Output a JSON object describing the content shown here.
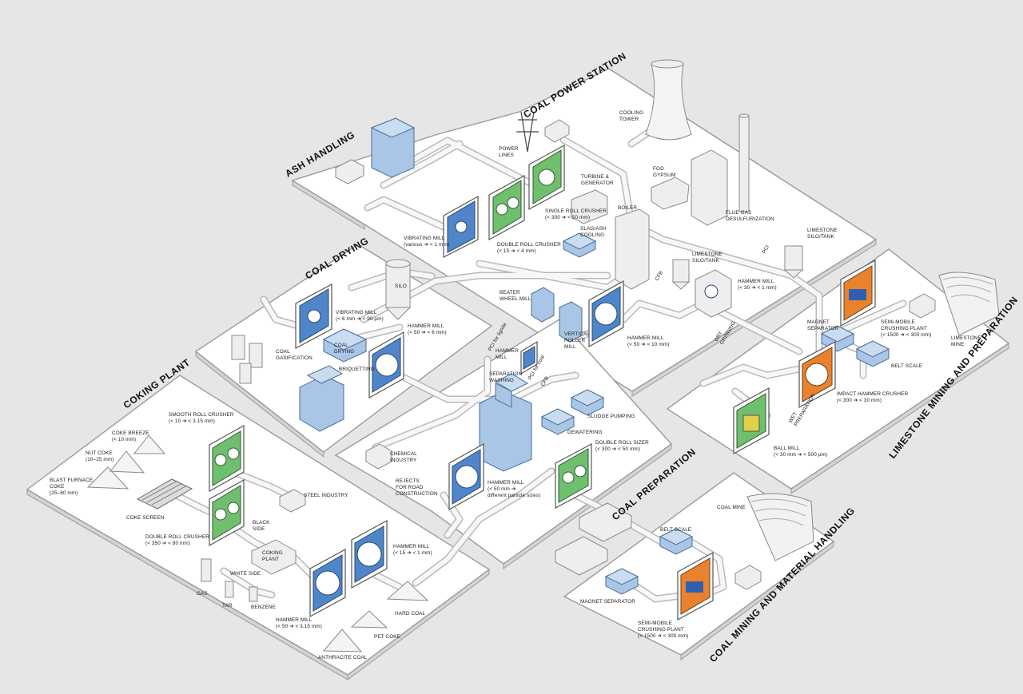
{
  "sections": {
    "coal_power_station": "COAL POWER STATION",
    "ash_handling": "ASH HANDLING",
    "coal_drying": "COAL DRYING",
    "coking_plant": "COKING PLANT",
    "coal_preparation": "COAL PREPARATION",
    "limestone": "LIMESTONE MINING AND PREPARATION",
    "coal_mining": "COAL MINING AND MATERIAL HANDLING"
  },
  "labels": {
    "cooling_tower": [
      "COOLING",
      "TOWER"
    ],
    "power_lines": [
      "POWER",
      "LINES"
    ],
    "turbine": [
      "TURBINE &",
      "GENERATOR"
    ],
    "fgd": [
      "FGD",
      "GYPSUM"
    ],
    "single_roll": [
      "SINGLE ROLL CRUSHER",
      "(< 300 ➔ < 50 mm)"
    ],
    "boiler": "BOILER",
    "slag": [
      "SLAG/ASH",
      "COOLING"
    ],
    "flue_gas": [
      "FLUE GAS",
      "DESULFURIZATION"
    ],
    "limestone_silo_top": [
      "LIMESTONE",
      "SILO/TANK"
    ],
    "pci_right": "PCI",
    "double_roll_crusher": [
      "DOUBLE ROLL CRUSHER",
      "(< 15 ➔ < 4 mm)"
    ],
    "vibrating_mill_top": [
      "VIBRATING MILL",
      "(various ➔ < 1 mm)"
    ],
    "limestone_silo_mid": [
      "LIMESTONE",
      "SILO/TANK"
    ],
    "cfb_top": "CFB",
    "hammer_mill_lime": [
      "HAMMER MILL",
      "(< 30 ➔ < 1 mm)"
    ],
    "silo": "SILO",
    "vibrating_mill_dry": [
      "VIBRATING MILL",
      "(< 6 mm ➔ < 90 µm)"
    ],
    "beater": [
      "BEATER",
      "WHEEL MILL"
    ],
    "hammer_mill_dry": [
      "HAMMER MILL",
      "(< 50 ➔ < 6 mm)"
    ],
    "coal_gasification": [
      "COAL",
      "GASIFICATION"
    ],
    "coal_drying_box": [
      "COAL",
      "DRYING"
    ],
    "pci_lignite": "PCI for lignite",
    "vertical_roller": [
      "VERTICAL",
      "ROLLER",
      "MILL"
    ],
    "hammer_mill_small": [
      "HAMMER",
      "MILL"
    ],
    "pci_coal": "PCI for coal",
    "hammer_mill_prep_top": [
      "HAMMER MILL",
      "(< 50 ➔ < 10 mm)"
    ],
    "dry_grinding": [
      "DRY",
      "GRINDING"
    ],
    "magnet_sep_lime": [
      "MAGNET",
      "SEPARATOR"
    ],
    "semi_mobile_lime": [
      "SEMI-MOBILE",
      "CRUSHING PLANT",
      "(< 1500 ➔ < 300 mm)"
    ],
    "limestone_mine": [
      "LIMESTONE",
      "MINE"
    ],
    "belt_scale_lime": "BELT SCALE",
    "briquetting": "BRIQUETTING",
    "separation": [
      "SEPARATION",
      "WASHING"
    ],
    "cfb_mid": "CFB",
    "sludge": "SLUDGE PUMPING",
    "impact_hammer": [
      "IMPACT HAMMER CRUSHER",
      "(< 300 ➔ < 30 mm)"
    ],
    "wet_prep": [
      "WET",
      "PREPARATION"
    ],
    "ball_mill": [
      "BALL MILL",
      "(< 30 mm ➔ < 500 µm)"
    ],
    "dewatering": "DEWATERING",
    "double_roll_sizer": [
      "DOUBLE ROLL SIZER",
      "(< 300 ➔ < 50 mm)"
    ],
    "chemical": [
      "CHEMICAL",
      "INDUSTRY"
    ],
    "rejects": [
      "REJECTS",
      "FOR ROAD",
      "CONSTRUCTION"
    ],
    "hammer_mill_prep": [
      "HAMMER MILL",
      "(< 50 mm ➔",
      "different particle sizes)"
    ],
    "smooth_roll": [
      "SMOOTH ROLL CRUSHER",
      "(< 10 ➔ < 3.15 mm)"
    ],
    "coke_breeze": [
      "COKE BREEZE",
      "(< 10 mm)"
    ],
    "nut_coke": [
      "NUT COKE",
      "(10–25 mm)"
    ],
    "blast_furnace": [
      "BLAST FURNACE",
      "COKE",
      "(25–80 mm)"
    ],
    "coke_screen": "COKE SCREEN",
    "steel_industry": "STEEL INDUSTRY",
    "double_roll_coke": [
      "DOUBLE ROLL CRUSHER",
      "(< 350 ➔ < 80 mm)"
    ],
    "black_side": [
      "BLACK",
      "SIDE"
    ],
    "coking_plant_box": [
      "COKING",
      "PLANT"
    ],
    "white_side": "WHITE SIDE",
    "gas": "GAS",
    "tar": "TAR",
    "benzene": "BENZENE",
    "hammer_mill_coke_a": [
      "HAMMER MILL",
      "(< 15 ➔ < 1 mm)"
    ],
    "hammer_mill_coke_b": [
      "HAMMER MILL",
      "(< 50 ➔ < 3.15 mm)"
    ],
    "hard_coal": "HARD COAL",
    "pet_coke": "PET COKE",
    "anthracite": "ANTHRACITE COAL",
    "coal_mine": "COAL MINE",
    "belt_scale_mine": "BELT SCALE",
    "magnet_sep_mine": "MAGNET SEPARATOR",
    "semi_mobile_mine": [
      "SEMI-MOBILE",
      "CRUSHING PLANT",
      "(< 1500 ➔ < 300 mm)"
    ]
  }
}
